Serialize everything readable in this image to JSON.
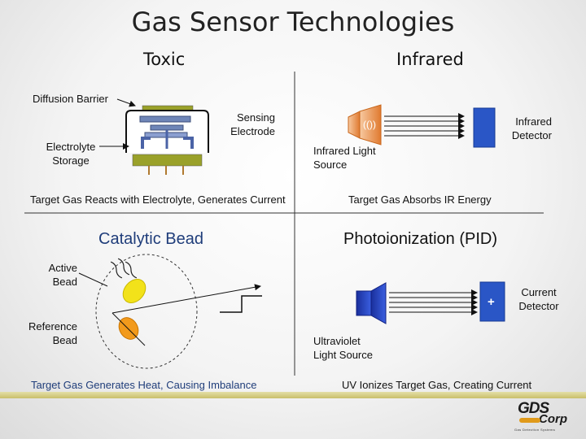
{
  "title": "Gas Sensor Technologies",
  "toxic": {
    "heading": "Toxic",
    "diffusion_barrier": "Diffusion Barrier",
    "sensing_electrode": [
      "Sensing",
      "Electrode"
    ],
    "electrolyte_storage": [
      "Electrolyte",
      "Storage"
    ],
    "caption": "Target Gas Reacts with Electrolyte, Generates Current"
  },
  "infrared": {
    "heading": "Infrared",
    "source_symbol": "(())",
    "detector": [
      "Infrared",
      "Detector"
    ],
    "light_source": [
      "Infrared Light",
      "Source"
    ],
    "caption": "Target Gas Absorbs IR Energy"
  },
  "catalytic": {
    "heading": "Catalytic Bead",
    "active_bead": [
      "Active",
      "Bead"
    ],
    "reference_bead": [
      "Reference",
      "Bead"
    ],
    "caption": "Target Gas Generates Heat, Causing Imbalance",
    "colors": {
      "active": "#f2e21a",
      "reference": "#f29a1c"
    }
  },
  "pid": {
    "heading": "Photoionization (PID)",
    "plus_symbol": "+",
    "current_detector": [
      "Current",
      "Detector"
    ],
    "uv_source": [
      "Ultraviolet",
      "Light Source"
    ],
    "caption": "UV Ionizes Target Gas, Creating Current"
  },
  "logo": {
    "main": "GDS",
    "sub": "Corp",
    "tagline": "Gas Detection Systems"
  },
  "colors": {
    "heading_blue": "#1f3d7a",
    "detector_blue": "#2a56c6",
    "electrode_green": "#9aa12a"
  }
}
